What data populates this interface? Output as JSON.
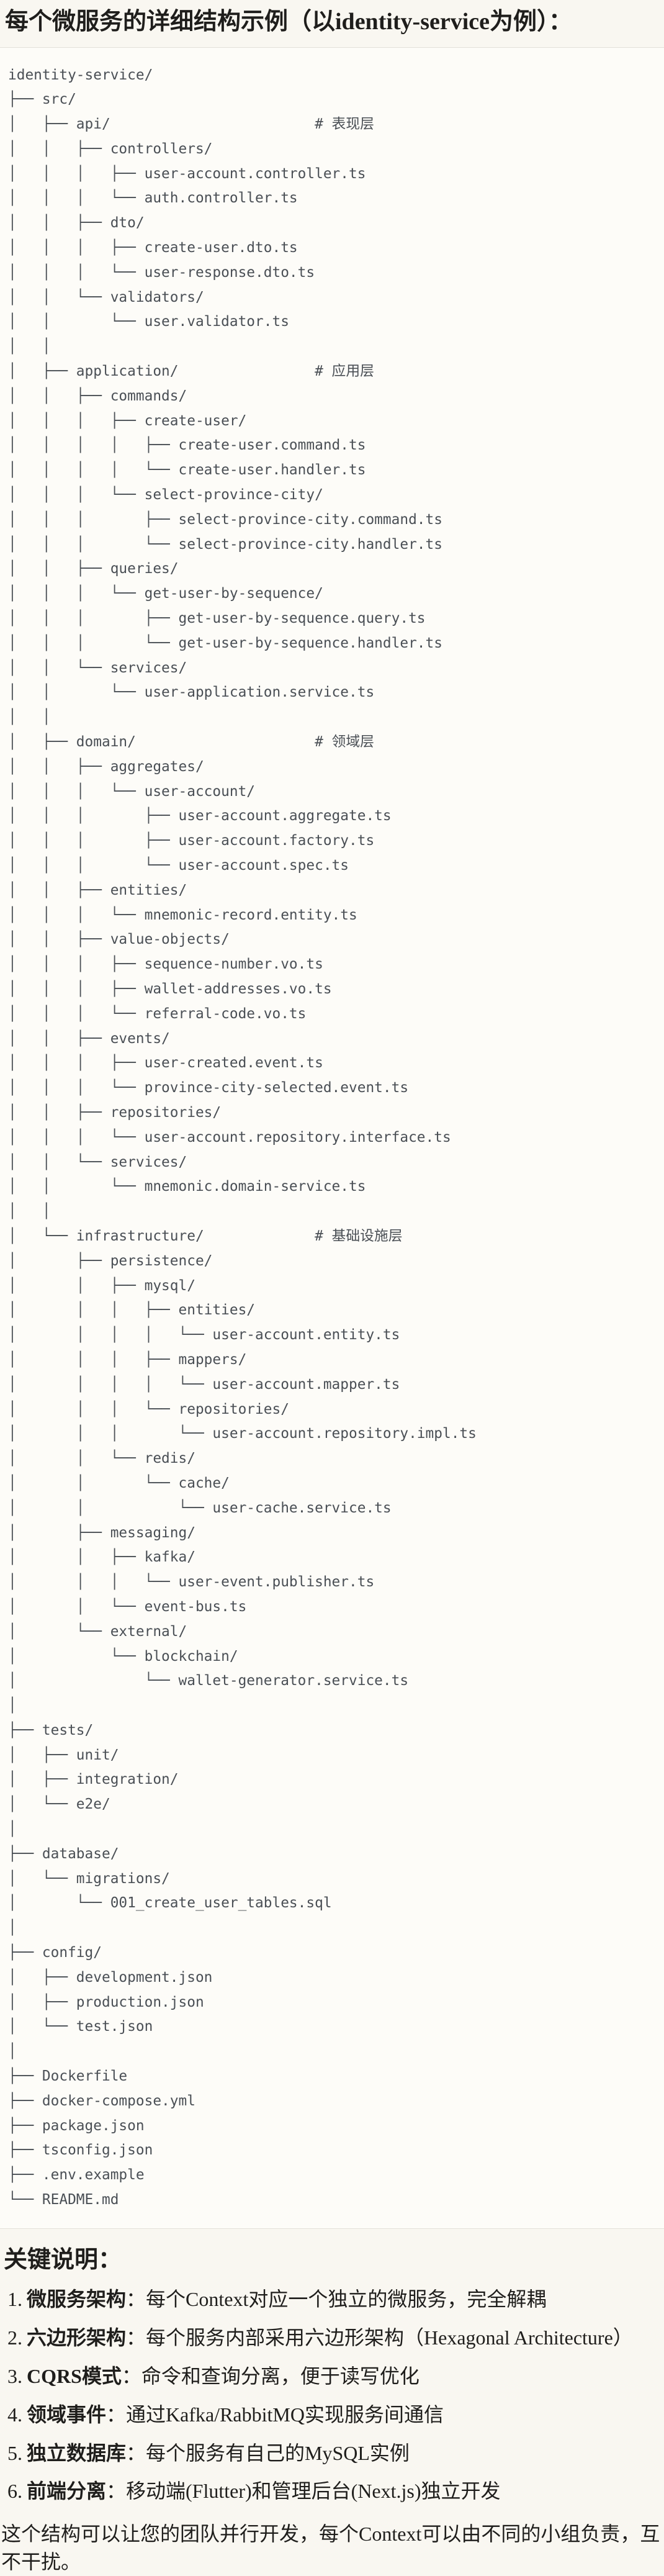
{
  "title": "每个微服务的详细结构示例（以identity-service为例）：",
  "tree_lines": [
    "identity-service/",
    "├── src/",
    "│   ├── api/                        # 表现层",
    "│   │   ├── controllers/",
    "│   │   │   ├── user-account.controller.ts",
    "│   │   │   └── auth.controller.ts",
    "│   │   ├── dto/",
    "│   │   │   ├── create-user.dto.ts",
    "│   │   │   └── user-response.dto.ts",
    "│   │   └── validators/",
    "│   │       └── user.validator.ts",
    "│   │",
    "│   ├── application/                # 应用层",
    "│   │   ├── commands/",
    "│   │   │   ├── create-user/",
    "│   │   │   │   ├── create-user.command.ts",
    "│   │   │   │   └── create-user.handler.ts",
    "│   │   │   └── select-province-city/",
    "│   │   │       ├── select-province-city.command.ts",
    "│   │   │       └── select-province-city.handler.ts",
    "│   │   ├── queries/",
    "│   │   │   └── get-user-by-sequence/",
    "│   │   │       ├── get-user-by-sequence.query.ts",
    "│   │   │       └── get-user-by-sequence.handler.ts",
    "│   │   └── services/",
    "│   │       └── user-application.service.ts",
    "│   │",
    "│   ├── domain/                     # 领域层",
    "│   │   ├── aggregates/",
    "│   │   │   └── user-account/",
    "│   │   │       ├── user-account.aggregate.ts",
    "│   │   │       ├── user-account.factory.ts",
    "│   │   │       └── user-account.spec.ts",
    "│   │   ├── entities/",
    "│   │   │   └── mnemonic-record.entity.ts",
    "│   │   ├── value-objects/",
    "│   │   │   ├── sequence-number.vo.ts",
    "│   │   │   ├── wallet-addresses.vo.ts",
    "│   │   │   └── referral-code.vo.ts",
    "│   │   ├── events/",
    "│   │   │   ├── user-created.event.ts",
    "│   │   │   └── province-city-selected.event.ts",
    "│   │   ├── repositories/",
    "│   │   │   └── user-account.repository.interface.ts",
    "│   │   └── services/",
    "│   │       └── mnemonic.domain-service.ts",
    "│   │",
    "│   └── infrastructure/             # 基础设施层",
    "│       ├── persistence/",
    "│       │   ├── mysql/",
    "│       │   │   ├── entities/",
    "│       │   │   │   └── user-account.entity.ts",
    "│       │   │   ├── mappers/",
    "│       │   │   │   └── user-account.mapper.ts",
    "│       │   │   └── repositories/",
    "│       │   │       └── user-account.repository.impl.ts",
    "│       │   └── redis/",
    "│       │       └── cache/",
    "│       │           └── user-cache.service.ts",
    "│       ├── messaging/",
    "│       │   ├── kafka/",
    "│       │   │   └── user-event.publisher.ts",
    "│       │   └── event-bus.ts",
    "│       └── external/",
    "│           └── blockchain/",
    "│               └── wallet-generator.service.ts",
    "│",
    "├── tests/",
    "│   ├── unit/",
    "│   ├── integration/",
    "│   └── e2e/",
    "│",
    "├── database/",
    "│   └── migrations/",
    "│       └── 001_create_user_tables.sql",
    "│",
    "├── config/",
    "│   ├── development.json",
    "│   ├── production.json",
    "│   └── test.json",
    "│",
    "├── Dockerfile",
    "├── docker-compose.yml",
    "├── package.json",
    "├── tsconfig.json",
    "├── .env.example",
    "└── README.md"
  ],
  "notes": {
    "heading": "关键说明：",
    "items": [
      {
        "num": "1.",
        "label": "微服务架构",
        "text": "：每个Context对应一个独立的微服务，完全解耦"
      },
      {
        "num": "2.",
        "label": "六边形架构",
        "text": "：每个服务内部采用六边形架构（Hexagonal Architecture）"
      },
      {
        "num": "3.",
        "label": "CQRS模式",
        "text": "：命令和查询分离，便于读写优化"
      },
      {
        "num": "4.",
        "label": "领域事件",
        "text": "：通过Kafka/RabbitMQ实现服务间通信"
      },
      {
        "num": "5.",
        "label": "独立数据库",
        "text": "：每个服务有自己的MySQL实例"
      },
      {
        "num": "6.",
        "label": "前端分离",
        "text": "：移动端(Flutter)和管理后台(Next.js)独立开发"
      }
    ],
    "footer": "这个结构可以让您的团队并行开发，每个Context可以由不同的小组负责，互不干扰。"
  },
  "colors": {
    "page_bg": "#f9f7f1",
    "code_bg": "#fdfcf8",
    "code_border": "#e2e0d9",
    "code_text": "#4a4f55",
    "text_color": "#1f1e1c"
  }
}
